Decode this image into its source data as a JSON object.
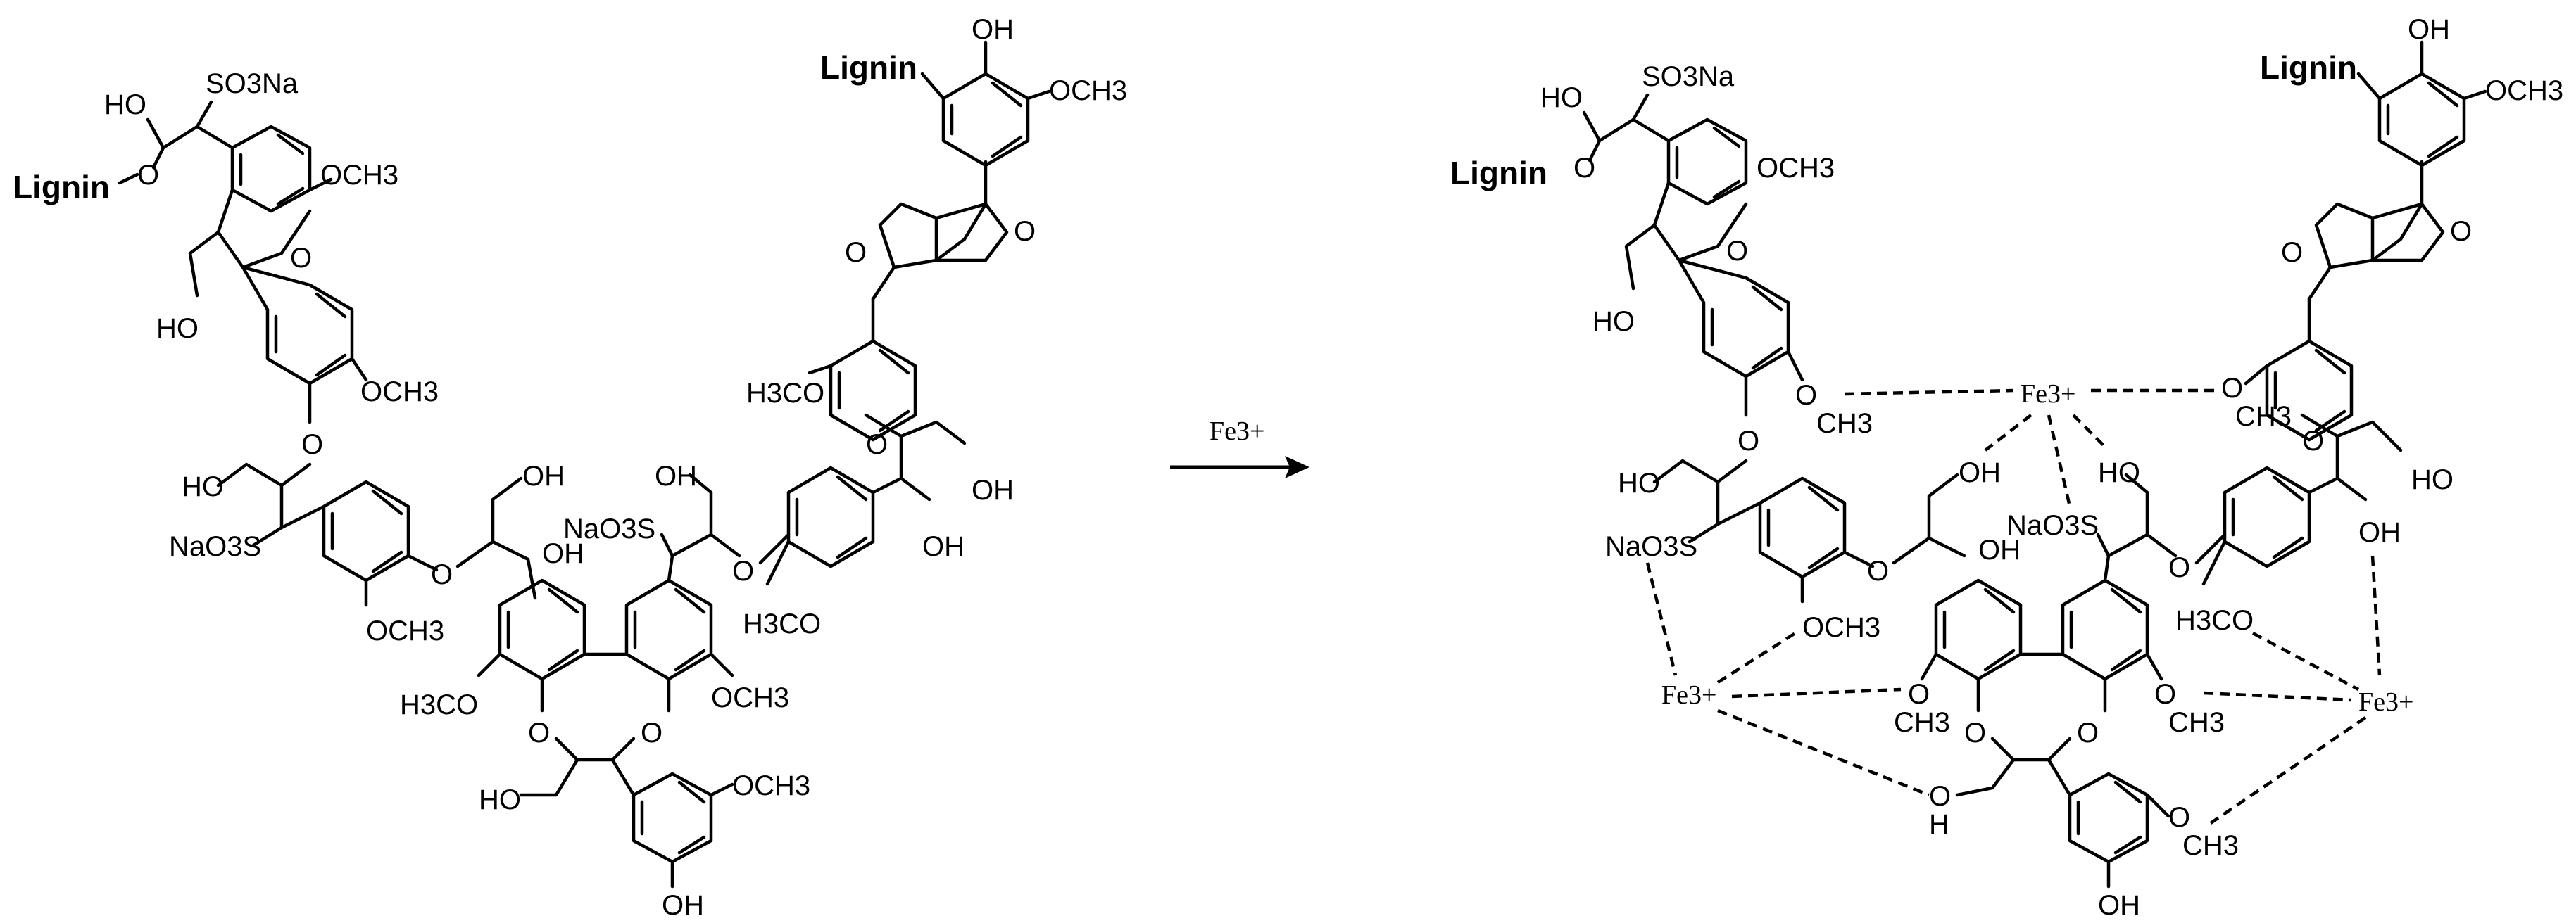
{
  "reagent": "Fe3+",
  "left": {
    "lignin_top_left": "Lignin",
    "lignin_top_right": "Lignin",
    "labels": {
      "oh_top_left": "HO",
      "so3na_top": "SO3Na",
      "o_link": "O",
      "och3_1": "OCH3",
      "o_furan": "O",
      "ho_ch2": "HO",
      "och3_2": "OCH3",
      "o_ether1": "O",
      "ho_1": "HO",
      "naso3s_1": "NaO3S",
      "s_1": "S",
      "o_ether2": "O",
      "och3_3": "OCH3",
      "oh_1": "OH",
      "oh_2": "OH",
      "naso3s_2": "NaO3S",
      "o_ether3": "O",
      "h3co_1": "H3CO",
      "och3_4": "OCH3",
      "o_ring1": "O",
      "o_ring2": "O",
      "ho_2": "HO",
      "och3_5": "OCH3",
      "oh_bottom": "OH",
      "oh_top_right": "OH",
      "och3_top_right": "OCH3",
      "o_bicyc1": "O",
      "o_bicyc2": "O",
      "h3co_2": "H3CO",
      "o_ether4": "O",
      "oh_3": "OH",
      "oh_4": "OH",
      "h3co_3": "H3CO"
    }
  },
  "right": {
    "lignin_top_left": "Lignin",
    "lignin_top_right": "Lignin",
    "fe_center": "Fe3+",
    "fe_left": "Fe3+",
    "fe_right": "Fe3+",
    "labels": {
      "oh_top_left": "HO",
      "so3na_top": "SO3Na",
      "o_link": "O",
      "och3_1": "OCH3",
      "o_furan": "O",
      "ho_ch2": "HO",
      "o_methoxy": "O",
      "ch3_1": "CH3",
      "o_ether1": "O",
      "ho_1": "HO",
      "naso3s_1": "NaO3S",
      "o_ether2": "O",
      "och3_3": "OCH3",
      "oh_1": "OH",
      "oh_2": "OH",
      "naso3s_2": "NaO3S",
      "o_ether3": "O",
      "h3co_1": "H3CO",
      "o_ring_a": "O",
      "ch3_2": "CH3",
      "o_ring_b": "O",
      "ch3_3": "CH3",
      "o_ring1": "O",
      "o_ring2": "O",
      "oh_h": "O",
      "h": "H",
      "o_methoxy2": "O",
      "ch3_4": "CH3",
      "oh_bottom": "OH",
      "oh_top_right": "OH",
      "och3_top_right": "OCH3",
      "o_bicyc1": "O",
      "o_bicyc2": "O",
      "o_methoxy3": "O",
      "ch3_5": "CH3",
      "o_ether4": "O",
      "oh_3": "OH",
      "ho_right": "HO",
      "ho_mid": "HO"
    }
  }
}
